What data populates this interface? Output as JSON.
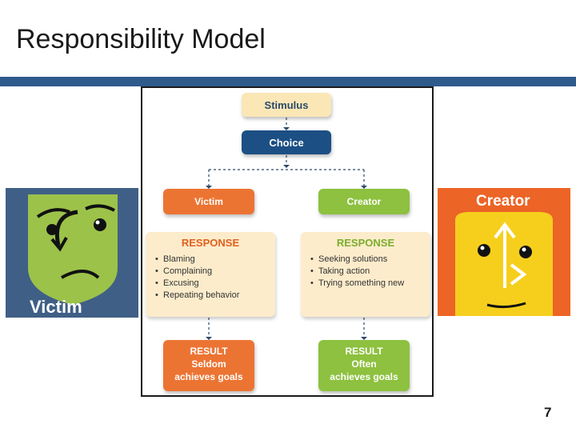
{
  "slide": {
    "title": "Responsibility Model",
    "page_number": "7"
  },
  "diagram": {
    "stimulus": "Stimulus",
    "choice": "Choice",
    "victim": {
      "label": "Victim",
      "response_title": "RESPONSE",
      "responses": [
        "Blaming",
        "Complaining",
        "Excusing",
        "Repeating behavior"
      ],
      "result_title": "RESULT",
      "result_line1": "Seldom",
      "result_line2": "achieves goals"
    },
    "creator": {
      "label": "Creator",
      "response_title": "RESPONSE",
      "responses": [
        "Seeking solutions",
        "Taking action",
        "Trying something new"
      ],
      "result_title": "RESULT",
      "result_line1": "Often",
      "result_line2": "achieves goals"
    }
  },
  "images": {
    "victim_caption": "Victim",
    "creator_caption": "Creator"
  },
  "colors": {
    "title_bar": "#2f5a8c",
    "victim_orange": "#ec7433",
    "creator_green": "#8dc13f",
    "choice_blue": "#1c4f84",
    "stimulus_cream": "#fbe7b6"
  }
}
